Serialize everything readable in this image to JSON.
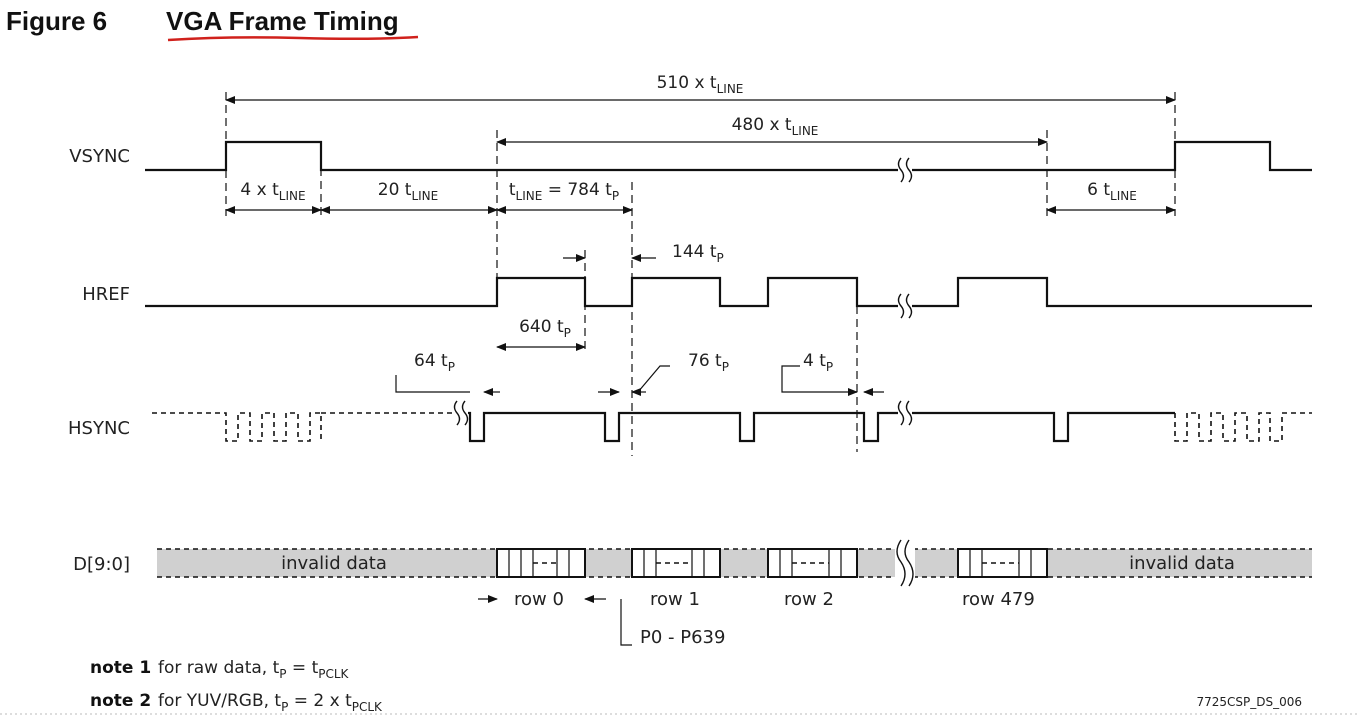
{
  "figure": {
    "number": "Figure 6",
    "title": "VGA Frame Timing"
  },
  "signals": {
    "vsync": "VSYNC",
    "href": "HREF",
    "hsync": "HSYNC",
    "data": "D[9:0]"
  },
  "dims": {
    "frame": {
      "base": "510 x t",
      "sub": "LINE"
    },
    "active": {
      "base": "480 x t",
      "sub": "LINE"
    },
    "vsync_width": {
      "base": "4 x t",
      "sub": "LINE"
    },
    "front_porch": {
      "base": "20 t",
      "sub": "LINE"
    },
    "tline_a": {
      "base": "t",
      "sub": "LINE"
    },
    "tline_b": {
      "base": " = 784 t",
      "sub": "P"
    },
    "back_porch": {
      "base": "6 t",
      "sub": "LINE"
    },
    "href_low": {
      "base": "144 t",
      "sub": "P"
    },
    "href_high": {
      "base": "640 t",
      "sub": "P"
    },
    "hsync_a": {
      "base": "64 t",
      "sub": "P"
    },
    "hsync_b": {
      "base": "76 t",
      "sub": "P"
    },
    "hsync_c": {
      "base": "4 t",
      "sub": "P"
    }
  },
  "data_labels": {
    "invalid_left": "invalid data",
    "invalid_right": "invalid data",
    "row0": "row 0",
    "row1": "row 1",
    "row2": "row 2",
    "row479": "row 479",
    "pixels": "P0 - P639"
  },
  "notes": [
    {
      "key": "note 1",
      "pre": "for raw data, t",
      "sub1": "P",
      "mid": " = t",
      "sub2": "PCLK"
    },
    {
      "key": "note 2",
      "pre": "for YUV/RGB, t",
      "sub1": "P",
      "mid": " = 2 x t",
      "sub2": "PCLK"
    }
  ],
  "doc_code": "7725CSP_DS_006",
  "colors": {
    "title_underline": "#d0211c",
    "data_band": "#d0d0d0"
  }
}
